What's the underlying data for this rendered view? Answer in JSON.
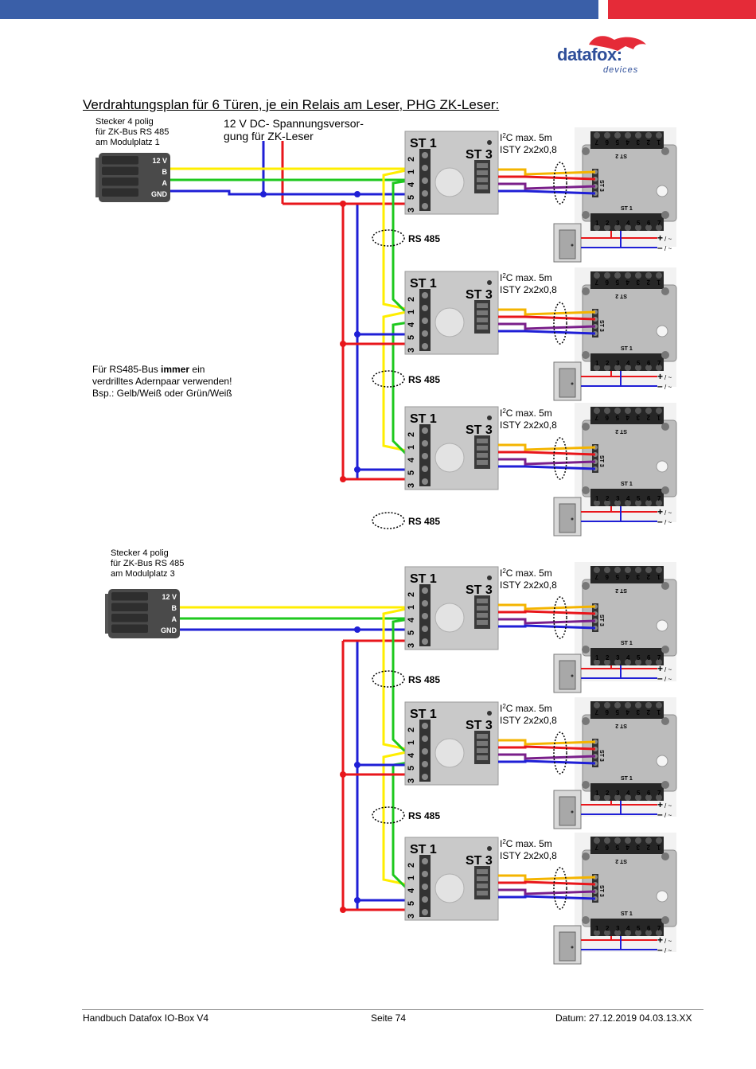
{
  "header": {
    "brand_colors": {
      "blue": "#3a5fa8",
      "red": "#e52b38"
    }
  },
  "logo": {
    "main": "datafox:",
    "sub": "devices"
  },
  "title": "Verdrahtungsplan für 6 Türen, je ein Relais am Leser, PHG ZK-Leser:",
  "connector1_note": "Stecker 4 polig\nfür ZK-Bus RS 485\nam Modulplatz 1",
  "connector3_note": "Stecker 4 polig\nfür ZK-Bus RS 485\nam Modulplatz 3",
  "supply_note": "12 V DC- Spannungsversor-\ngung für ZK-Leser",
  "info": {
    "line1_pre": "Für RS485-Bus ",
    "line1_bold": "immer",
    "line1_post": " ein",
    "line2": "verdrilltes Adernpaar verwenden!",
    "line3": "Bsp.: Gelb/Weiß oder Grün/Weiß"
  },
  "connector_pins": [
    "12 V",
    "B",
    "A",
    "GND"
  ],
  "module": {
    "st1": "ST 1",
    "st3": "ST 3",
    "pins": [
      "2",
      "1",
      "4",
      "5",
      "3"
    ]
  },
  "reader": {
    "top_pins": [
      "7",
      "6",
      "5",
      "4",
      "3",
      "2",
      "1"
    ],
    "st2": "ST 2",
    "st3": "ST 3",
    "st1": "ST 1",
    "bottom_pins": [
      "1",
      "2",
      "3",
      "4",
      "5",
      "6",
      "7"
    ]
  },
  "i2c": {
    "prefix": "I",
    "sup": "2",
    "suffix": "C   max. 5m",
    "cable": "ISTY 2x2x0,8"
  },
  "rs485_label": "RS 485",
  "power_labels": {
    "plus": "+",
    "plus_suffix": " / ~",
    "minus": "–",
    "minus_suffix": " / ~"
  },
  "wire_colors": {
    "yellow": "#ffee00",
    "green": "#1ec81e",
    "blue": "#1f1fd6",
    "red": "#e8161b",
    "purple": "#7a1f8a",
    "orange": "#f4b400"
  },
  "footer": {
    "left": "Handbuch Datafox IO-Box V4",
    "center": "Seite 74",
    "right": "Datum: 27.12.2019  04.03.13.XX"
  }
}
